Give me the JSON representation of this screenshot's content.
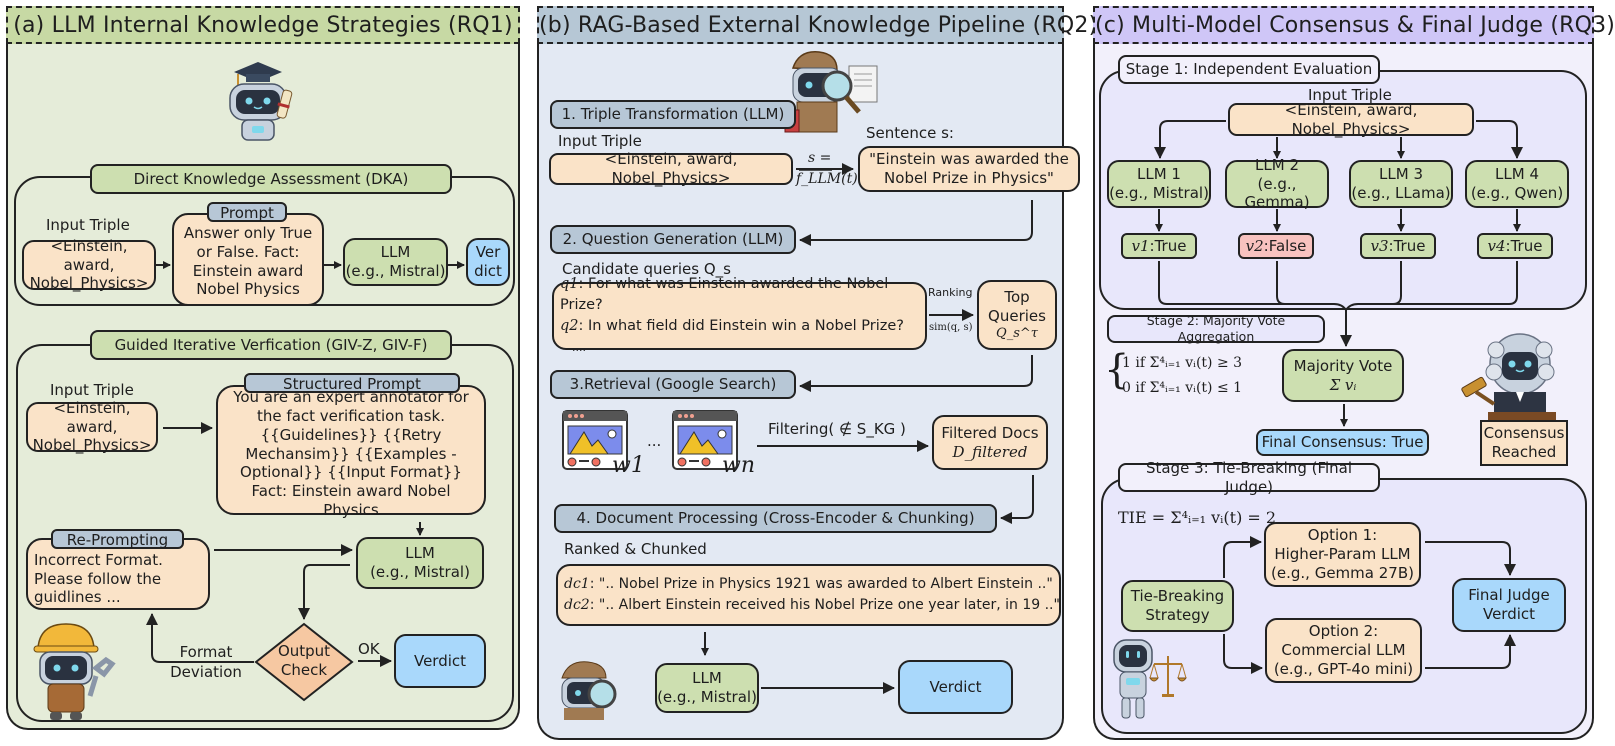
{
  "panel_a": {
    "title": "(a) LLM Internal Knowledge Strategies (RQ1)",
    "colors": {
      "header": "#c7d9a4",
      "body": "#e5ecd9"
    },
    "dka": {
      "title": "Direct Knowledge Assessment (DKA)",
      "input_label": "Input Triple",
      "input_triple": "<Einstein, award, Nobel_Physics>",
      "prompt_tag": "Prompt",
      "prompt_text": "Answer only True or False. Fact: Einstein award Nobel Physics",
      "llm": "LLM",
      "llm_example": "(e.g., Mistral)",
      "verdict": "Verdict"
    },
    "giv": {
      "title": "Guided Iterative Verfication (GIV-Z, GIV-F)",
      "input_label": "Input Triple",
      "input_triple": "<Einstein, award, Nobel_Physics>",
      "structured_tag": "Structured Prompt",
      "structured_text": "You are an expert annotator for the fact verification task. {{Guidelines}} {{Retry Mechansim}} {{Examples - Optional}} {{Input Format}}",
      "structured_fact": "Fact: Einstein award Nobel Physics",
      "reprompt_tag": "Re-Prompting",
      "reprompt_text": "Incorrect Format. Please follow the guidlines ...",
      "llm": "LLM",
      "llm_example": "(e.g., Mistral)",
      "output_check": "Output Check",
      "format_deviation": "Format Deviation",
      "ok": "OK",
      "verdict": "Verdict"
    }
  },
  "panel_b": {
    "title": "(b) RAG-Based External Knowledge Pipeline (RQ2)",
    "colors": {
      "header": "#b6c7d5",
      "body": "#e3e9f3"
    },
    "step1": "1. Triple Transformation (LLM)",
    "input_label": "Input Triple",
    "input_triple": "<Einstein, award, Nobel_Physics>",
    "transform_top": "s =",
    "transform_bottom": "f_LLM(t)",
    "sentence_label": "Sentence s:",
    "sentence": "\"Einstein was awarded the Nobel Prize in Physics\"",
    "step2": "2. Question Generation (LLM)",
    "candidate_label": "Candidate queries Q_s",
    "queries": [
      {
        "id": "q1",
        "text": ": For what was Einstein awarded the Nobel Prize?"
      },
      {
        "id": "q2",
        "text": ": In what field did Einstein win a Nobel Prize?"
      }
    ],
    "queries_more": "....",
    "ranking": "Ranking",
    "sim": "sim(q, s)",
    "top_queries": "Top Queries",
    "top_queries_sym": "Q_s^τ",
    "step3": "3.Retrieval (Google Search)",
    "web_labels": [
      "w1",
      "wn"
    ],
    "ellipsis": "...",
    "filtering": "Filtering( ∉ S_KG )",
    "filtered_docs": "Filtered Docs",
    "filtered_sym": "D_filtered",
    "step4": "4. Document Processing (Cross-Encoder & Chunking)",
    "ranked_label": "Ranked & Chunked",
    "chunks": [
      {
        "id": "dc1",
        "text": ": \".. Nobel Prize in Physics 1921 was awarded to Albert Einstein ..\""
      },
      {
        "id": "dc2",
        "text": ": \".. Albert Einstein received his Nobel Prize one year later, in 19 ..\""
      }
    ],
    "llm": "LLM",
    "llm_example": "(e.g., Mistral)",
    "verdict": "Verdict"
  },
  "panel_c": {
    "title": "(c) Multi-Model Consensus & Final Judge (RQ3)",
    "colors": {
      "header": "#cfc6f7",
      "body": "#f2f0fb"
    },
    "stage1": "Stage 1: Independent Evaluation",
    "input_label": "Input Triple",
    "input_triple": "<Einstein, award, Nobel_Physics>",
    "llms": [
      {
        "name": "LLM 1",
        "example": "(e.g., Mistral)",
        "vote": "v1",
        "result": " :True",
        "status": "true"
      },
      {
        "name": "LLM 2",
        "example": "(e.g., Gemma)",
        "vote": "v2",
        "result": ":False",
        "status": "false"
      },
      {
        "name": "LLM 3",
        "example": "(e.g., LLama)",
        "vote": "v3",
        "result": " :True",
        "status": "true"
      },
      {
        "name": "LLM 4",
        "example": "(e.g., Qwen)",
        "vote": "v4",
        "result": " :True",
        "status": "true"
      }
    ],
    "stage2": "Stage 2: Majority Vote Aggregation",
    "rule_true": "1   if Σ⁴ᵢ₌₁ vᵢ(t) ≥ 3",
    "rule_false": "0   if Σ⁴ᵢ₌₁ vᵢ(t) ≤ 1",
    "majority_vote": "Majority Vote",
    "majority_sym": "Σ vᵢ",
    "final_consensus": "Final Consensus: True",
    "consensus_reached": "Consensus Reached",
    "stage3": "Stage 3: Tie-Breaking (Final Judge)",
    "tie_formula": "TIE = Σ⁴ᵢ₌₁ vᵢ(t) = 2",
    "tie_strategy": "Tie-Breaking Strategy",
    "option1_title": "Option 1:",
    "option1_body": "Higher-Param LLM",
    "option1_example": "(e.g., Gemma 27B)",
    "option2_title": "Option 2:",
    "option2_body": "Commercial LLM",
    "option2_example": "(e.g., GPT-4o mini)",
    "final_judge": "Final Judge Verdict"
  }
}
